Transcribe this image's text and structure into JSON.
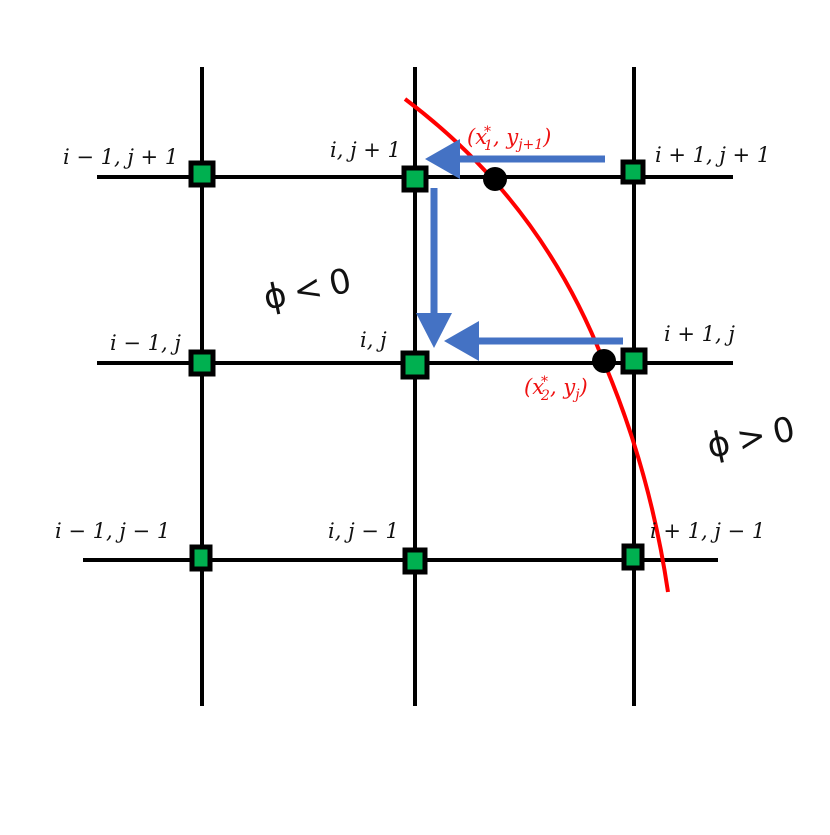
{
  "diagram": {
    "type": "finite-difference grid with interface",
    "colors": {
      "grid_line": "#000000",
      "node_fill": "#00b050",
      "node_border": "#000000",
      "interface_curve": "#ff0000",
      "arrow": "#4472c4",
      "intersection_point": "#000000",
      "label_text": "#111111",
      "interface_label": "#ee1111"
    },
    "nodes": [
      {
        "id": "i-1,j+1",
        "label": "i − 1, j + 1"
      },
      {
        "id": "i,j+1",
        "label": "i, j + 1"
      },
      {
        "id": "i+1,j+1",
        "label": "i + 1, j + 1"
      },
      {
        "id": "i-1,j",
        "label": "i − 1, j"
      },
      {
        "id": "i,j",
        "label": "i, j"
      },
      {
        "id": "i+1,j",
        "label": "i + 1, j"
      },
      {
        "id": "i-1,j-1",
        "label": "i − 1, j − 1"
      },
      {
        "id": "i,j-1",
        "label": "i, j − 1"
      },
      {
        "id": "i+1,j-1",
        "label": "i + 1, j − 1"
      }
    ],
    "intersection_points": [
      {
        "id": "p1",
        "label_main": "(x",
        "label_sub": "1",
        "label_sup": "*",
        "label_rest": ", y",
        "label_sub2": "j+1",
        "label_close": ")"
      },
      {
        "id": "p2",
        "label_main": "(x",
        "label_sub": "2",
        "label_sup": "*",
        "label_rest": ", y",
        "label_sub2": "j",
        "label_close": ")"
      }
    ],
    "regions": {
      "inside": {
        "symbol": "ϕ",
        "relation": "<",
        "value": "0"
      },
      "outside": {
        "symbol": "ϕ",
        "relation": ">",
        "value": "0"
      }
    },
    "arrows": [
      {
        "id": "arrow-top",
        "from": "(x1*, y_j+1)",
        "to": "i,j+1",
        "direction": "left"
      },
      {
        "id": "arrow-down",
        "from": "i,j+1",
        "to": "i,j",
        "direction": "down"
      },
      {
        "id": "arrow-middle",
        "from": "i+1,j",
        "to": "i,j",
        "direction": "left"
      }
    ]
  }
}
